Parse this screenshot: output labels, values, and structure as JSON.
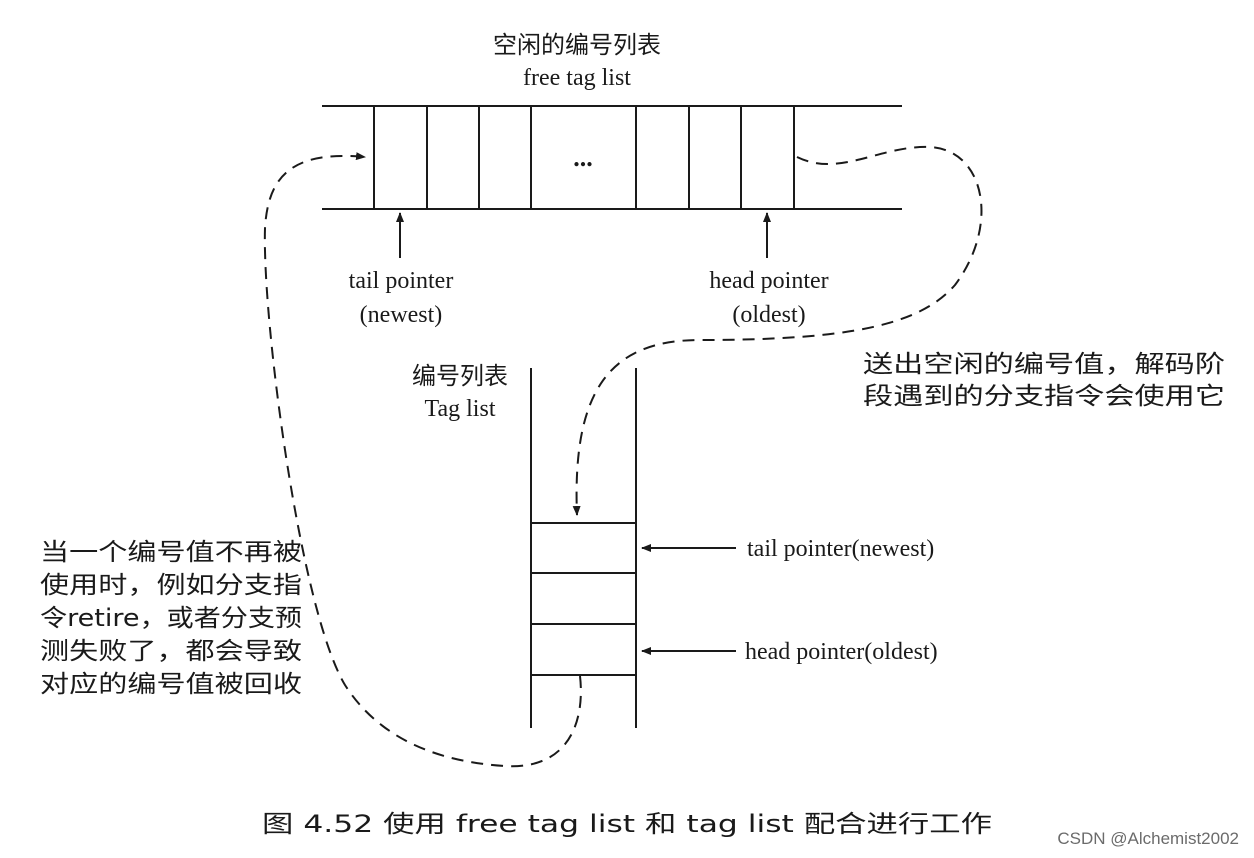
{
  "free_list": {
    "title_cn": "空闲的编号列表",
    "title_en": "free tag list",
    "ellipsis": "...",
    "tail_label": "tail pointer",
    "tail_sub": "(newest)",
    "head_label": "head pointer",
    "head_sub": "(oldest)"
  },
  "tag_list": {
    "title_cn": "编号列表",
    "title_en": "Tag list",
    "tail_label": "tail pointer(newest)",
    "head_label": "head pointer(oldest)"
  },
  "notes": {
    "right": [
      "送出空闲的编号值，解码阶",
      "段遇到的分支指令会使用它"
    ],
    "left": [
      "当一个编号值不再被",
      "使用时，例如分支指",
      "令retire，或者分支预",
      "测失败了，都会导致",
      "对应的编号值被回收"
    ]
  },
  "caption": "图 4.52   使用 free tag list 和 tag list 配合进行工作",
  "watermark": "CSDN @Alchemist2002",
  "colors": {
    "ink": "#1a1a1a",
    "watermark": "#6b6b6b",
    "background": "#ffffff"
  }
}
